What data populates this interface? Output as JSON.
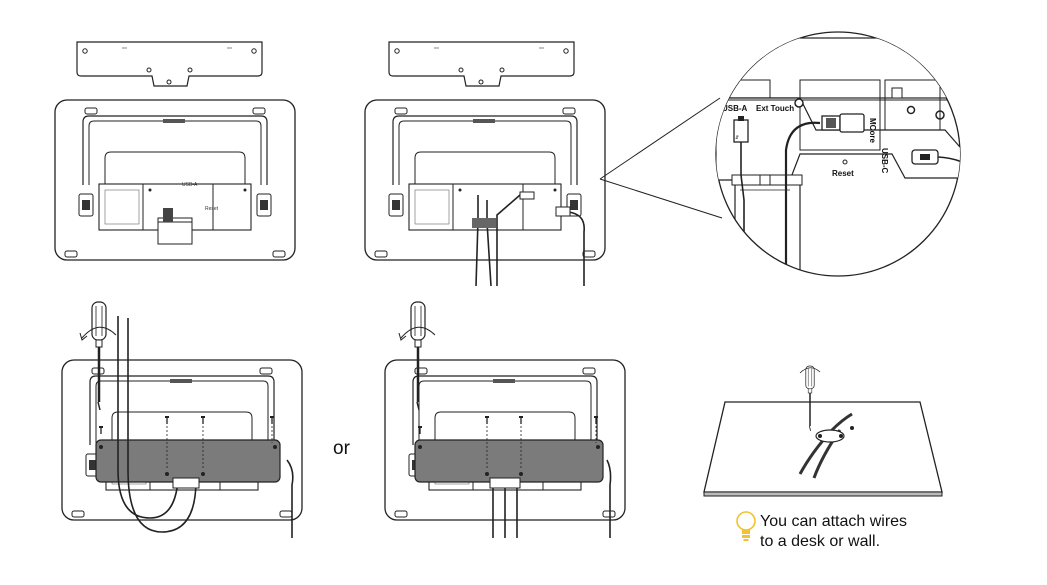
{
  "separator": "or",
  "tip": {
    "line1": "You can attach wires",
    "line2": "to a desk or wall.",
    "icon": "lightbulb-icon",
    "icon_color": "#f2c230"
  },
  "zoom_callout": {
    "port_usb_a": "USB-A",
    "port_ext_touch": "Ext Touch",
    "port_usb_c": "USB-C",
    "port_micro": "MCore",
    "button_reset": "Reset"
  },
  "panel_labels": {
    "cover_color": "#7b7b7b",
    "line_color": "#2b2b2b"
  }
}
